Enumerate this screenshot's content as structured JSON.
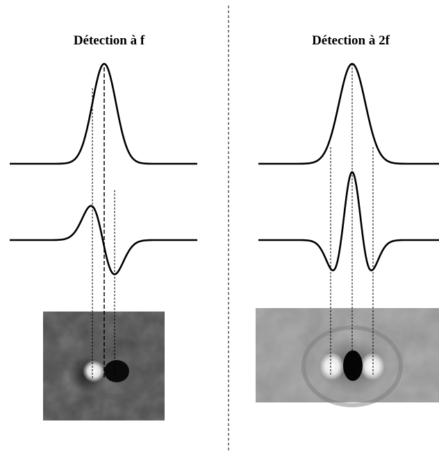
{
  "left_panel": {
    "title": "Détection à f",
    "upper_curve": "gaussian",
    "lower_curve": "first-derivative",
    "image": "photothermal-image-first-harmonic"
  },
  "right_panel": {
    "title": "Détection à 2f",
    "upper_curve": "gaussian",
    "lower_curve": "second-derivative",
    "image": "photothermal-image-second-harmonic"
  },
  "colors": {
    "curve": "#000000",
    "guide": "#000000",
    "image_background_left": "#4a4a4a",
    "image_background_right": "#9a9a9a"
  }
}
